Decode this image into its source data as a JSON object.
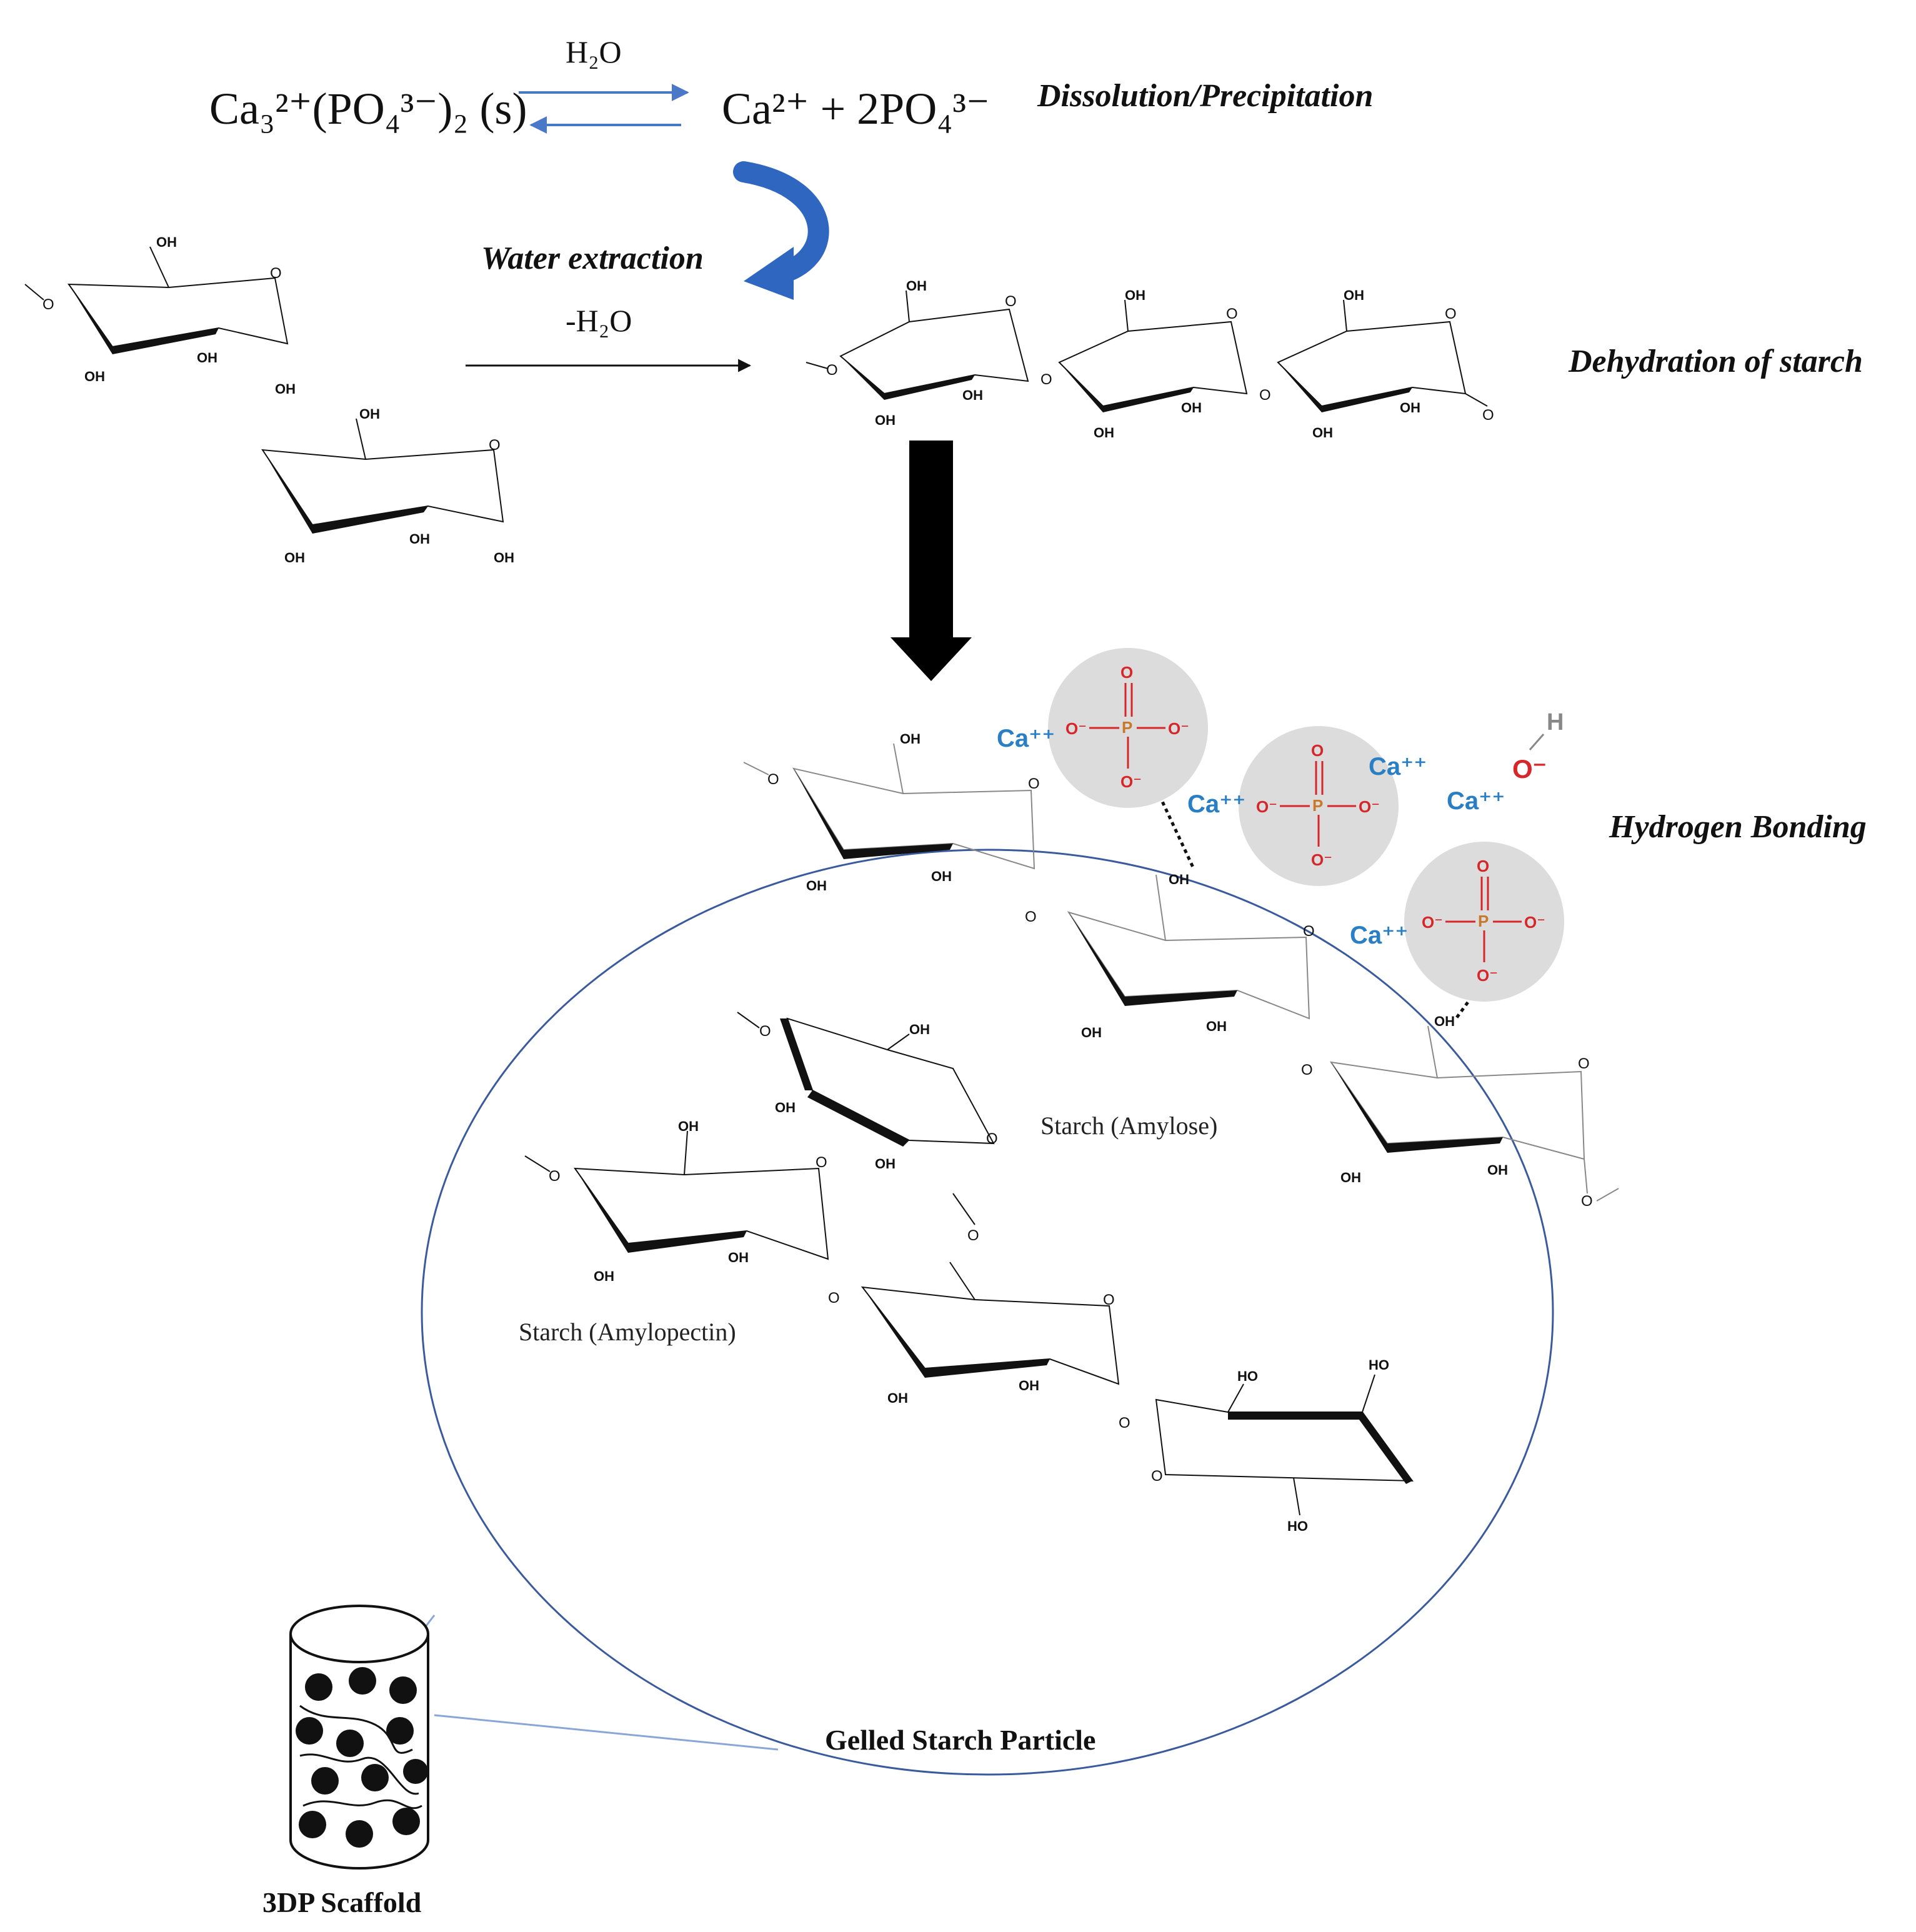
{
  "equation": {
    "reactant": "Ca₃²⁺(PO₄³⁻)₂ (s)",
    "arrow_label": "H₂O",
    "product": "Ca²⁺ + 2PO₄³⁻",
    "process_label": "Dissolution/Precipitation"
  },
  "dehydration": {
    "step_label": "Water extraction",
    "arrow_label": "-H₂O",
    "process_label": "Dehydration of starch"
  },
  "bonding": {
    "process_label": "Hydrogen Bonding",
    "calcium_ion": "Ca⁺⁺",
    "hydroxide_h": "H",
    "hydroxide_o": "O⁻"
  },
  "molecule_labels": {
    "hydroxyl": "OH",
    "hydroxyl_alt": "HO",
    "ring_oxygen": "O",
    "phosphate_o": "O",
    "phosphate_o_minus": "O⁻",
    "phosphorus": "P"
  },
  "particle": {
    "amylose_label": "Starch (Amylose)",
    "amylopectin_label": "Starch (Amylopectin)",
    "particle_label": "Gelled Starch Particle"
  },
  "scaffold": {
    "label": "3DP Scaffold"
  },
  "colors": {
    "equilibrium_arrow": "#4a78c8",
    "curved_arrow": "#2f67c0",
    "particle_circle": "#3a5a9c",
    "calcium": "#2a7fc4",
    "phosphate_oxygen": "#d7262a",
    "phosphorus": "#c9782a",
    "phosphate_halo": "#dcdcdc"
  }
}
